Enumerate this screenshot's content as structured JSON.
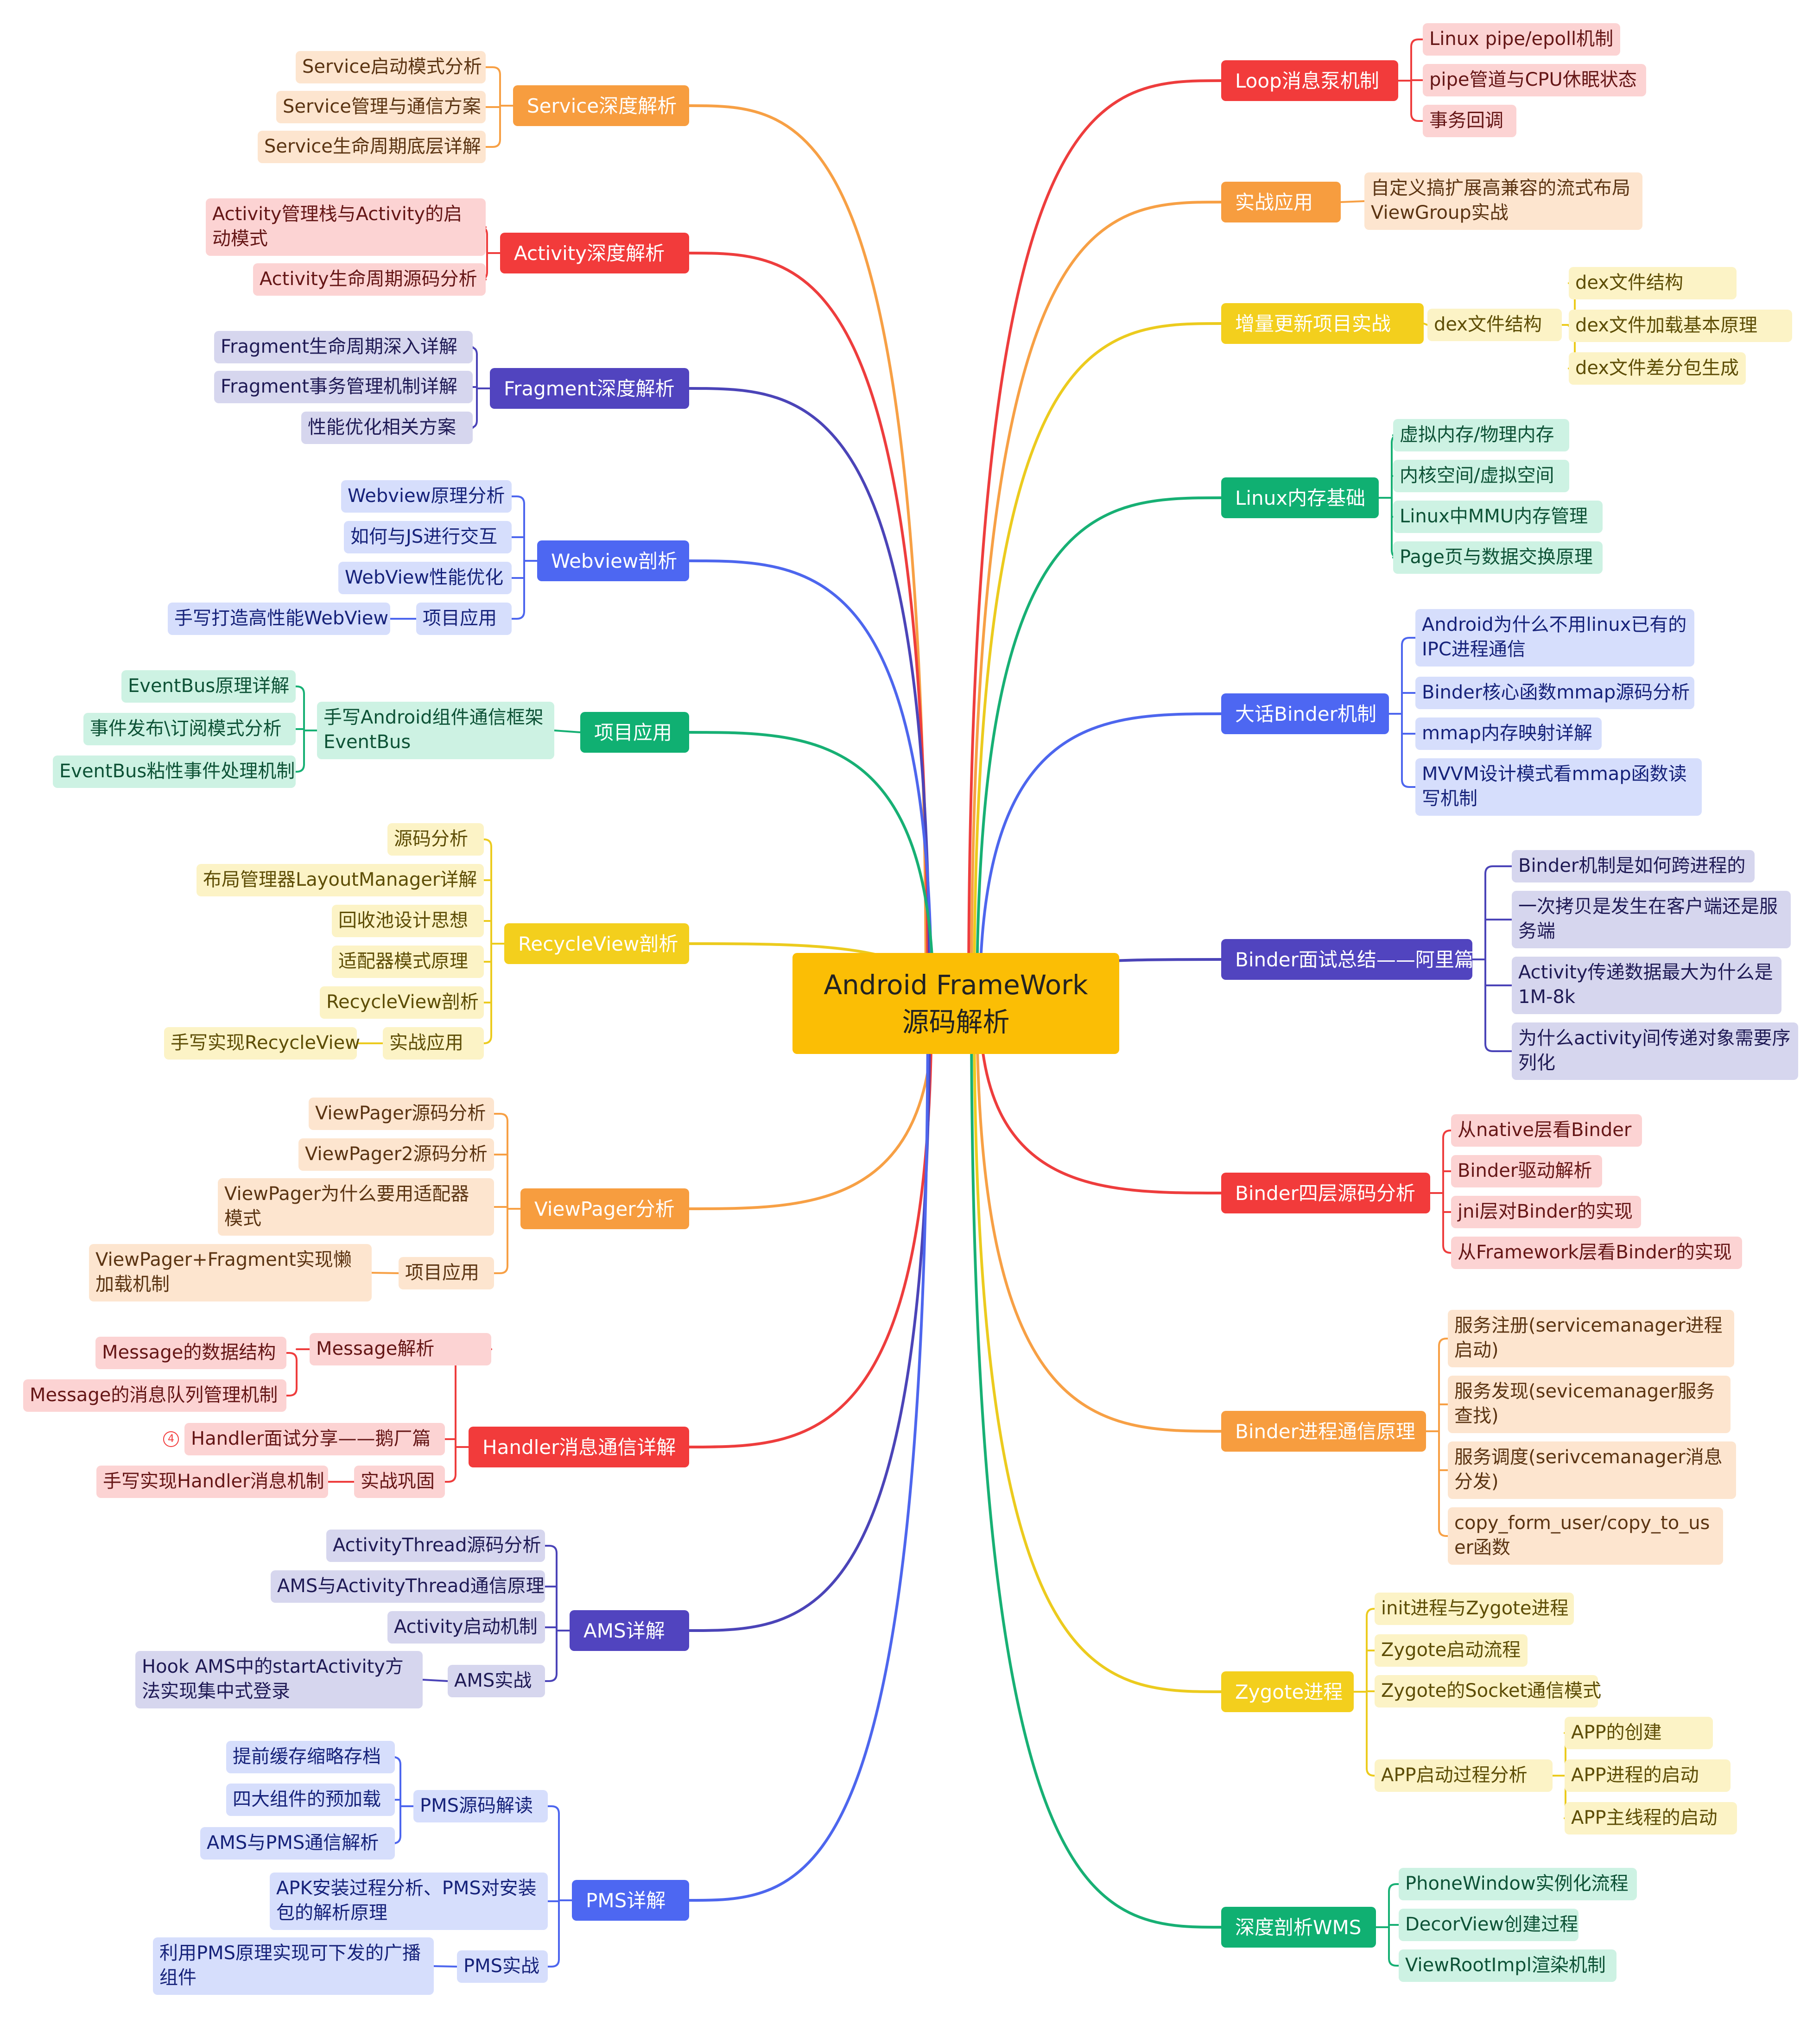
{
  "root": {
    "label": "Android FrameWork\n源码解析"
  },
  "colors": {
    "orange": {
      "strong": "#f79d3f",
      "soft": "#fde5cf",
      "text": "#5b3412",
      "line": "#f7a045"
    },
    "red": {
      "strong": "#f23b3b",
      "soft": "#fcd3d3",
      "text": "#651616",
      "line": "#ee3d3d"
    },
    "indigo": {
      "strong": "#5144bf",
      "soft": "#d6d6ee",
      "text": "#1f1a55",
      "line": "#4b44b8"
    },
    "blue": {
      "strong": "#4d67f2",
      "soft": "#d6defc",
      "text": "#16227a",
      "line": "#4d66ee"
    },
    "green": {
      "strong": "#10b072",
      "soft": "#cdf2e3",
      "text": "#0d5236",
      "line": "#17b074"
    },
    "yellow": {
      "strong": "#f3cf1d",
      "soft": "#fcf3c6",
      "text": "#5d4d05",
      "line": "#eccb1e"
    },
    "root": "#fbbe05"
  },
  "branches": [
    {
      "label": "Service深度解析",
      "color": "orange",
      "children": [
        {
          "label": "Service启动模式分析"
        },
        {
          "label": "Service管理与通信方案"
        },
        {
          "label": "Service生命周期底层详解"
        }
      ]
    },
    {
      "label": "Activity深度解析",
      "color": "red",
      "children": [
        {
          "label": "Activity管理栈与Activity的启动模式"
        },
        {
          "label": "Activity生命周期源码分析"
        }
      ]
    },
    {
      "label": "Fragment深度解析",
      "color": "indigo",
      "children": [
        {
          "label": "Fragment生命周期深入详解"
        },
        {
          "label": "Fragment事务管理机制详解"
        },
        {
          "label": "性能优化相关方案"
        }
      ]
    },
    {
      "label": "Webview剖析",
      "color": "blue",
      "children": [
        {
          "label": "Webview原理分析"
        },
        {
          "label": "如何与JS进行交互"
        },
        {
          "label": "WebView性能优化"
        },
        {
          "label": "项目应用",
          "children": [
            {
              "label": "手写打造高性能WebView"
            }
          ]
        }
      ]
    },
    {
      "label": "项目应用",
      "color": "green",
      "children": [
        {
          "label": "手写Android组件通信框架EventBus",
          "children": [
            {
              "label": "EventBus原理详解"
            },
            {
              "label": "事件发布\\订阅模式分析"
            },
            {
              "label": "EventBus粘性事件处理机制"
            }
          ]
        }
      ]
    },
    {
      "label": "RecycleView剖析",
      "color": "yellow",
      "children": [
        {
          "label": "源码分析"
        },
        {
          "label": "布局管理器LayoutManager详解"
        },
        {
          "label": "回收池设计思想"
        },
        {
          "label": "适配器模式原理"
        },
        {
          "label": "RecycleView剖析"
        },
        {
          "label": "实战应用",
          "children": [
            {
              "label": "手写实现RecycleView"
            }
          ]
        }
      ]
    },
    {
      "label": "ViewPager分析",
      "color": "orange",
      "children": [
        {
          "label": "ViewPager源码分析"
        },
        {
          "label": "ViewPager2源码分析"
        },
        {
          "label": "ViewPager为什么要用适配器模式"
        },
        {
          "label": "项目应用",
          "children": [
            {
              "label": "ViewPager+Fragment实现懒加载机制"
            }
          ]
        }
      ]
    },
    {
      "label": "Handler消息通信详解",
      "color": "red",
      "children": [
        {
          "label": "Message解析",
          "children": [
            {
              "label": "Message的数据结构"
            },
            {
              "label": "Message的消息队列管理机制"
            }
          ]
        },
        {
          "label": "Handler面试分享——鹅厂篇",
          "marker": "4"
        },
        {
          "label": "实战巩固",
          "children": [
            {
              "label": "手写实现Handler消息机制"
            }
          ]
        }
      ]
    },
    {
      "label": "AMS详解",
      "color": "indigo",
      "children": [
        {
          "label": "ActivityThread源码分析"
        },
        {
          "label": "AMS与ActivityThread通信原理"
        },
        {
          "label": "Activity启动机制"
        },
        {
          "label": "AMS实战",
          "children": [
            {
              "label": "Hook AMS中的startActivity方法实现集中式登录"
            }
          ]
        }
      ]
    },
    {
      "label": "PMS详解",
      "color": "blue",
      "children": [
        {
          "label": "PMS源码解读",
          "children": [
            {
              "label": "提前缓存缩略存档"
            },
            {
              "label": "四大组件的预加载"
            },
            {
              "label": "AMS与PMS通信解析"
            }
          ]
        },
        {
          "label": "APK安装过程分析、PMS对安装包的解析原理"
        },
        {
          "label": "PMS实战",
          "children": [
            {
              "label": "利用PMS原理实现可下发的广播组件"
            }
          ]
        }
      ]
    },
    {
      "label": "Loop消息泵机制",
      "color": "red",
      "children": [
        {
          "label": "Linux pipe/epoll机制"
        },
        {
          "label": "pipe管道与CPU休眠状态"
        },
        {
          "label": "事务回调"
        }
      ]
    },
    {
      "label": "实战应用",
      "color": "orange",
      "children": [
        {
          "label": "自定义搞扩展高兼容的流式布局ViewGroup实战"
        }
      ]
    },
    {
      "label": "增量更新项目实战",
      "color": "yellow",
      "children": [
        {
          "label": "dex文件结构",
          "children": [
            {
              "label": "dex文件结构"
            },
            {
              "label": "dex文件加载基本原理"
            },
            {
              "label": "dex文件差分包生成"
            }
          ]
        }
      ]
    },
    {
      "label": "Linux内存基础",
      "color": "green",
      "children": [
        {
          "label": "虚拟内存/物理内存"
        },
        {
          "label": "内核空间/虚拟空间"
        },
        {
          "label": "Linux中MMU内存管理"
        },
        {
          "label": "Page页与数据交换原理"
        }
      ]
    },
    {
      "label": "大话Binder机制",
      "color": "blue",
      "children": [
        {
          "label": "Android为什么不用linux已有的IPC进程通信"
        },
        {
          "label": "Binder核心函数mmap源码分析"
        },
        {
          "label": "mmap内存映射详解"
        },
        {
          "label": "MVVM设计模式看mmap函数读写机制"
        }
      ]
    },
    {
      "label": "Binder面试总结——阿里篇",
      "color": "indigo",
      "children": [
        {
          "label": "Binder机制是如何跨进程的"
        },
        {
          "label": "一次拷贝是发生在客户端还是服务端"
        },
        {
          "label": "Activity传递数据最大为什么是1M-8k"
        },
        {
          "label": "为什么activity间传递对象需要序列化"
        }
      ]
    },
    {
      "label": "Binder四层源码分析",
      "color": "red",
      "children": [
        {
          "label": "从native层看Binder"
        },
        {
          "label": "Binder驱动解析"
        },
        {
          "label": "jni层对Binder的实现"
        },
        {
          "label": "从Framework层看Binder的实现"
        }
      ]
    },
    {
      "label": "Binder进程通信原理",
      "color": "orange",
      "children": [
        {
          "label": "服务注册(servicemanager进程启动)"
        },
        {
          "label": "服务发现(sevicemanager服务查找)"
        },
        {
          "label": "服务调度(serivcemanager消息分发)"
        },
        {
          "label": "copy_form_user/copy_to_user函数"
        }
      ]
    },
    {
      "label": "Zygote进程",
      "color": "yellow",
      "children": [
        {
          "label": "init进程与Zygote进程"
        },
        {
          "label": "Zygote启动流程"
        },
        {
          "label": "Zygote的Socket通信模式"
        },
        {
          "label": "APP启动过程分析",
          "children": [
            {
              "label": "APP的创建"
            },
            {
              "label": "APP进程的启动"
            },
            {
              "label": "APP主线程的启动"
            }
          ]
        }
      ]
    },
    {
      "label": "深度剖析WMS",
      "color": "green",
      "children": [
        {
          "label": "PhoneWindow实例化流程"
        },
        {
          "label": "DecorView创建过程"
        },
        {
          "label": "ViewRootImpl渲染机制"
        }
      ]
    }
  ]
}
